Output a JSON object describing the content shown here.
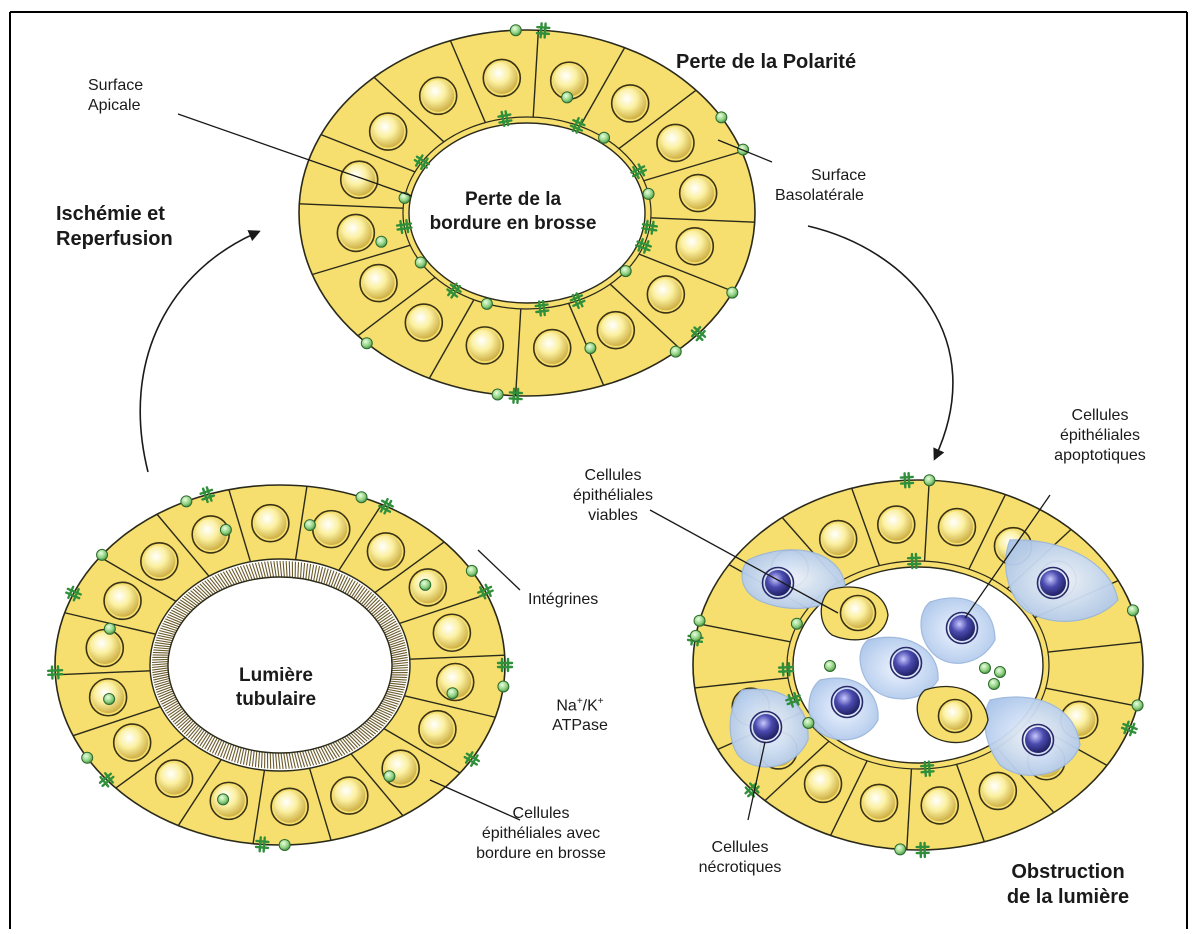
{
  "titles": {
    "loss_polarity": "Perte de la Polarité",
    "ischemia_line1": "Ischémie et",
    "ischemia_line2": "Reperfusion",
    "obstruction_line1": "Obstruction",
    "obstruction_line2": "de la lumière"
  },
  "ring_top": {
    "center_line1": "Perte de la",
    "center_line2": "bordure en brosse",
    "apical_line1": "Surface",
    "apical_line2": "Apicale",
    "basolateral_line1": "Surface",
    "basolateral_line2": "Basolatérale"
  },
  "ring_left": {
    "center_line1": "Lumière",
    "center_line2": "tubulaire",
    "integrins": "Intégrines",
    "pump_line1_base": "Na",
    "pump_line1_sup1": "+",
    "pump_line1_mid": "/K",
    "pump_line1_sup2": "+",
    "pump_line2": "ATPase",
    "brush_line1": "Cellules",
    "brush_line2": "épithéliales avec",
    "brush_line3": "bordure en brosse"
  },
  "ring_right": {
    "viable_line1": "Cellules",
    "viable_line2": "épithéliales",
    "viable_line3": "viables",
    "apoptotic_line1": "Cellules",
    "apoptotic_line2": "épithéliales",
    "apoptotic_line3": "apoptotiques",
    "necrotic_line1": "Cellules",
    "necrotic_line2": "nécrotiques"
  },
  "colors": {
    "cell_fill": "#f6df6e",
    "cell_stroke": "#2a2a1a",
    "nucleus_fill": "#fff4b0",
    "nucleus_stroke": "#3a3316",
    "integrin": "#2f8f3a",
    "pump_fill": "#9fdc92",
    "blue_cell": "#c9dcf4",
    "blue_nucleus": "#3a3a96",
    "brush": "#6b5a2a"
  }
}
